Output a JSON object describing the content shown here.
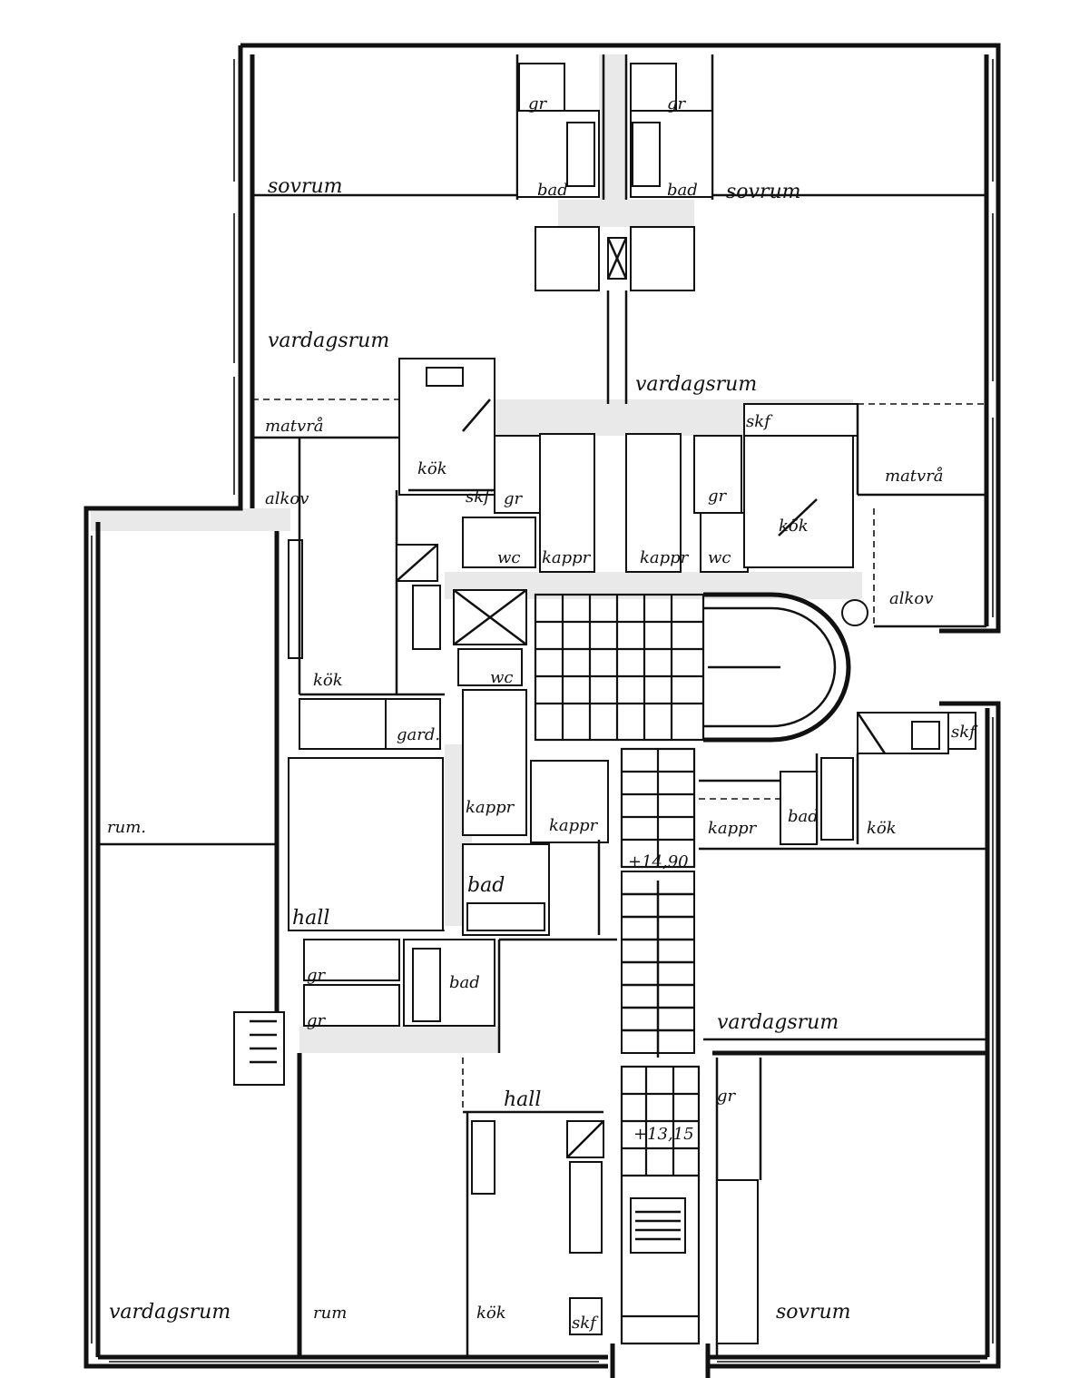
{
  "labels": {
    "sovrum_nw": "sovrum",
    "sovrum_ne": "sovrum",
    "sovrum_se": "sovrum",
    "gr_nw": "gr",
    "gr_ne": "gr",
    "bad_nw": "bad",
    "bad_ne": "bad",
    "vardagsrum_nw": "vardagsrum",
    "vardagsrum_ne": "vardagsrum",
    "vardagsrum_e": "vardagsrum",
    "vardagsrum_sw": "vardagsrum",
    "matvra_w": "matvrå",
    "matvra_e": "matvrå",
    "alkov_w": "alkov",
    "alkov_e": "alkov",
    "kok_1": "kök",
    "kok_2": "kök",
    "kok_3": "kök",
    "kok_4": "kök",
    "kok_5": "kök",
    "skf_1": "skf",
    "skf_2": "skf",
    "skf_3": "skf",
    "skf_4": "skf",
    "gr_1": "gr",
    "gr_2": "gr",
    "gr_3": "gr",
    "gr_4": "gr",
    "gr_5": "gr",
    "wc_1": "wc",
    "wc_2": "wc",
    "wc_3": "wc",
    "kappr_1": "kappr",
    "kappr_2": "kappr",
    "kappr_3": "kappr",
    "kappr_4": "kappr",
    "kappr_5": "kappr",
    "bad_1": "bad",
    "bad_2": "bad",
    "bad_3": "bad",
    "gard": "gard.",
    "rum_w": "rum.",
    "rum_s": "rum",
    "hall_1": "hall",
    "hall_2": "hall",
    "level_1": "+14,90",
    "level_2": "+13,15"
  }
}
